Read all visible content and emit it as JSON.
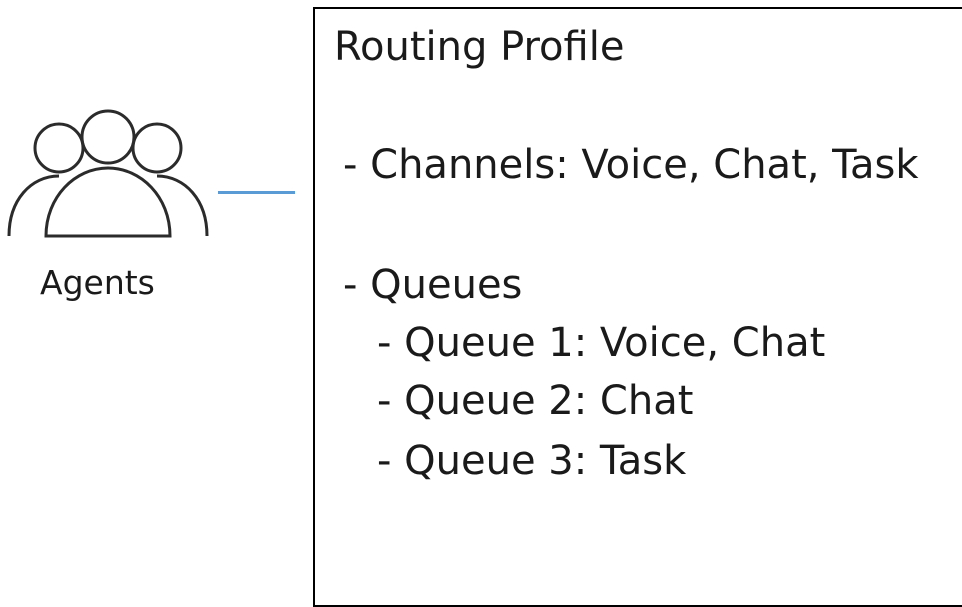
{
  "agents": {
    "label": "Agents",
    "icon": "people-group-icon"
  },
  "connector": {
    "color": "#5b9bd5"
  },
  "routing_profile": {
    "title": "Routing Profile",
    "channels": "- Channels:  Voice, Chat, Task",
    "queues_header": "- Queues",
    "queues": [
      "- Queue 1: Voice, Chat",
      "- Queue 2: Chat",
      "- Queue 3: Task"
    ]
  }
}
